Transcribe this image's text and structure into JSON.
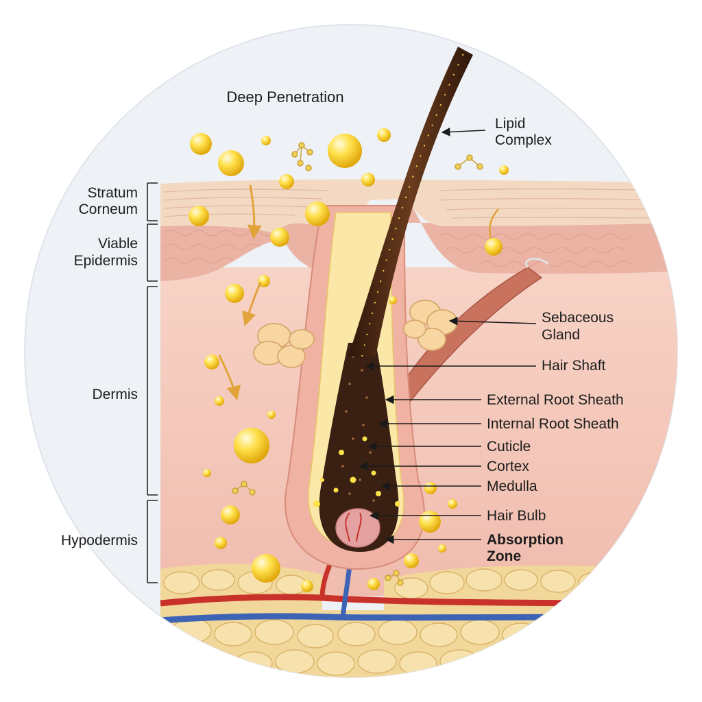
{
  "title": "Deep Penetration",
  "layers": [
    {
      "id": "stratum-corneum",
      "lines": [
        "Stratum",
        "Corneum"
      ]
    },
    {
      "id": "viable-epidermis",
      "lines": [
        "Viable",
        "Epidermis"
      ]
    },
    {
      "id": "dermis",
      "lines": [
        "Dermis"
      ]
    },
    {
      "id": "hypodermis",
      "lines": [
        "Hypodermis"
      ]
    }
  ],
  "callouts": [
    {
      "id": "lipid-complex",
      "lines": [
        "Lipid",
        "Complex"
      ],
      "bold": false
    },
    {
      "id": "sebaceous-gland",
      "lines": [
        "Sebaceous",
        "Gland"
      ],
      "bold": false
    },
    {
      "id": "hair-shaft",
      "lines": [
        "Hair Shaft"
      ],
      "bold": false
    },
    {
      "id": "external-root-sheath",
      "lines": [
        "External Root Sheath"
      ],
      "bold": false
    },
    {
      "id": "internal-root-sheath",
      "lines": [
        "Internal Root Sheath"
      ],
      "bold": false
    },
    {
      "id": "cuticle",
      "lines": [
        "Cuticle"
      ],
      "bold": false
    },
    {
      "id": "cortex",
      "lines": [
        "Cortex"
      ],
      "bold": false
    },
    {
      "id": "medulla",
      "lines": [
        "Medulla"
      ],
      "bold": false
    },
    {
      "id": "hair-bulb",
      "lines": [
        "Hair Bulb"
      ],
      "bold": false
    },
    {
      "id": "absorption-zone",
      "lines": [
        "Absorption",
        "Zone"
      ],
      "bold": true
    }
  ],
  "colors": {
    "background": "#eef2f6",
    "dermis": "#f4c9bd",
    "epidermis": "#eab3a3",
    "stratum": "#f3d9c2",
    "fat": "#f2d79a",
    "hair": "#4a2a17",
    "lipid": "#ffd93a",
    "artery": "#c8322b",
    "vein": "#3d63b5",
    "muscle": "#c9735f"
  },
  "icons": [
    "lipid-droplet",
    "molecule-icon",
    "penetration-arrow"
  ]
}
